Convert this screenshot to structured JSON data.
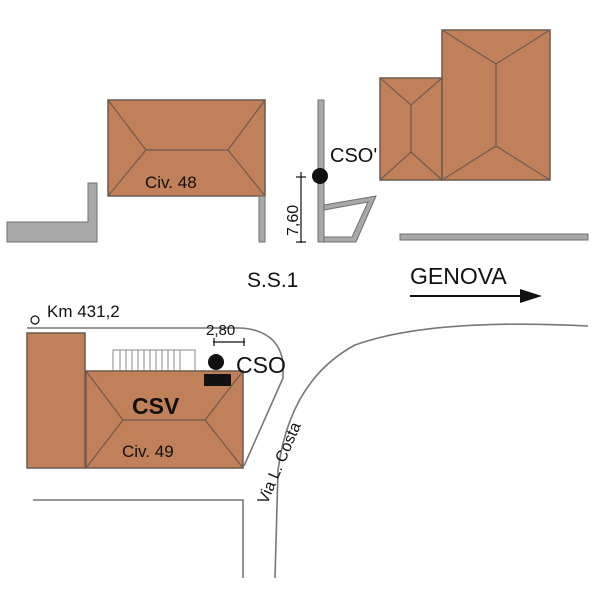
{
  "labels": {
    "civ48": "Civ. 48",
    "civ49": "Civ. 49",
    "csv": "CSV",
    "cso": "CSO",
    "cso_prime": "CSO'",
    "road_ss1": "S.S.1",
    "direction": "GENOVA",
    "km_marker": "Km 431,2",
    "street": "Via L. Costa",
    "dim_upper": "7,60",
    "dim_lower": "2,80"
  },
  "colors": {
    "roof": "#c0805a",
    "wall": "#a8a8a8"
  }
}
